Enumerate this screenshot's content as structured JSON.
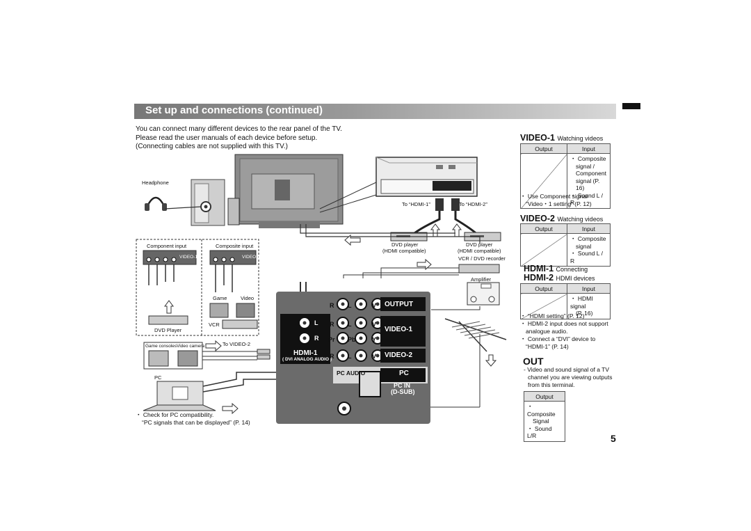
{
  "header": {
    "title": "Set up and connections (continued)"
  },
  "intro": {
    "line1": "You can connect many different devices to the rear panel of the TV.",
    "line2": "Please read the user manuals of each device before setup.",
    "line3": "(Connecting cables are not supplied with this TV.)"
  },
  "diagram": {
    "headphone": "Headphone",
    "component_input": "Component input",
    "composite_input": "Composite input",
    "video1_tag": "VIDEO-1",
    "dvd_player_left": "DVD Player",
    "game": "Game",
    "video": "Video",
    "vcr": "VCR",
    "to_video2": "To VIDEO-2",
    "game_consoles": "Game consoles",
    "video_camera": "Video camera",
    "pc": "PC",
    "to_hdmi1": "To “HDMI-1”",
    "to_hdmi2": "To “HDMI-2”",
    "dvd_player": "DVD player",
    "hdmi_compatible": "(HDMI compatible)",
    "vcr_dvd_recorder": "VCR / DVD recorder",
    "amplifier": "Amplifier",
    "panel": {
      "r": "R",
      "l": "L",
      "v": "V",
      "pr": "Pr",
      "pb": "Pb",
      "y": "Y",
      "output": "OUTPUT",
      "video1": "VIDEO-1",
      "video2": "VIDEO-2",
      "hdmi1": "HDMI-1",
      "dvi_analog": "( DVI ANALOG AUDIO )",
      "pc_audio": "PC AUDIO",
      "pc": "PC",
      "pc_in": "PC IN",
      "dsub": "(D-SUB)"
    }
  },
  "footer_notes": {
    "check_pc": "・ Check for PC compatibility.",
    "pc_signals": "“PC signals that can be displayed” (P. 14)"
  },
  "sections": {
    "video1": {
      "title": "VIDEO-1",
      "subtitle": "Watching videos",
      "output_header": "Output",
      "input_header": "Input",
      "inputs": [
        "・ Composite",
        "signal /",
        "Component",
        "signal (P. 16)",
        "・ Sound L / R"
      ],
      "note1": "・ Use Component signal",
      "note2": "“Video・1 setting” (P. 12)"
    },
    "video2": {
      "title": "VIDEO-2",
      "subtitle": "Watching videos",
      "output_header": "Output",
      "input_header": "Input",
      "inputs": [
        "・ Composite",
        "signal",
        "・ Sound L / R"
      ]
    },
    "hdmi": {
      "title1": "HDMI-1",
      "sub1": "Connecting",
      "title2": "HDMI-2",
      "sub2": "HDMI devices",
      "output_header": "Output",
      "input_header": "Input",
      "inputs": [
        "・ HDMI signal",
        "(P. 16)"
      ],
      "notes": [
        "・ “HDMI setting” (P. 12)",
        "・ HDMI-2 input does not support",
        "analogue audio.",
        "・ Connect a “DVI” device to",
        "“HDMI-1” (P. 14)"
      ]
    },
    "out": {
      "title": "OUT",
      "desc": [
        "- Video and sound signal of a TV",
        "channel you are viewing outputs",
        "from this terminal."
      ],
      "output_header": "Output",
      "outputs": [
        "・ Composite",
        "Signal",
        "・ Sound L/R"
      ]
    }
  },
  "page_number": "5"
}
